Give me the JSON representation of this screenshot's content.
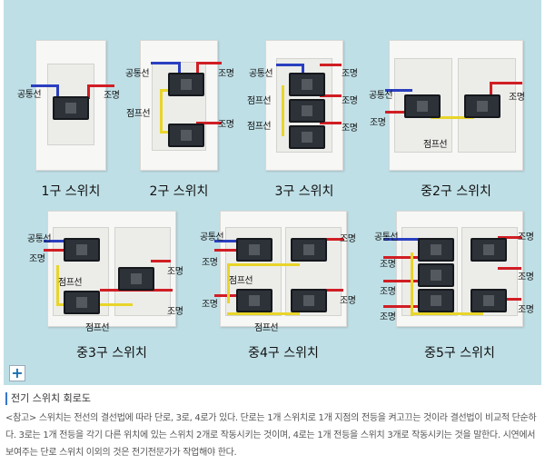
{
  "labels": {
    "common": "공통선",
    "light": "조명",
    "jumper": "점프선"
  },
  "captions": {
    "s1": "1구 스위치",
    "s2": "2구 스위치",
    "s3": "3구 스위치",
    "m2": "중2구 스위치",
    "m3": "중3구 스위치",
    "m4": "중4구 스위치",
    "m5": "중5구 스위치"
  },
  "expand": "+",
  "article": {
    "title": "전기 스위치 회로도",
    "body": "<참고> 스위치는 전선의 결선법에 따라 단로, 3로, 4로가 있다. 단로는 1개 스위치로 1개 지점의 전등을 켜고끄는 것이라 결선법이 비교적 단순하다. 3로는 1개 전등을 각기 다른 위치에 있는 스위치 2개로 작동시키는 것이며, 4로는 1개 전등을 스위치 3개로 작동시키는 것을 말한다. 시연에서 보여주는 단로 스위치 이외의 것은 전기전문가가 작업해야 한다."
  },
  "colors": {
    "background": "#bfdfe6",
    "common_wire": "#2a3fbf",
    "light_wire": "#d01e24",
    "jumper_wire": "#e8d52a"
  }
}
